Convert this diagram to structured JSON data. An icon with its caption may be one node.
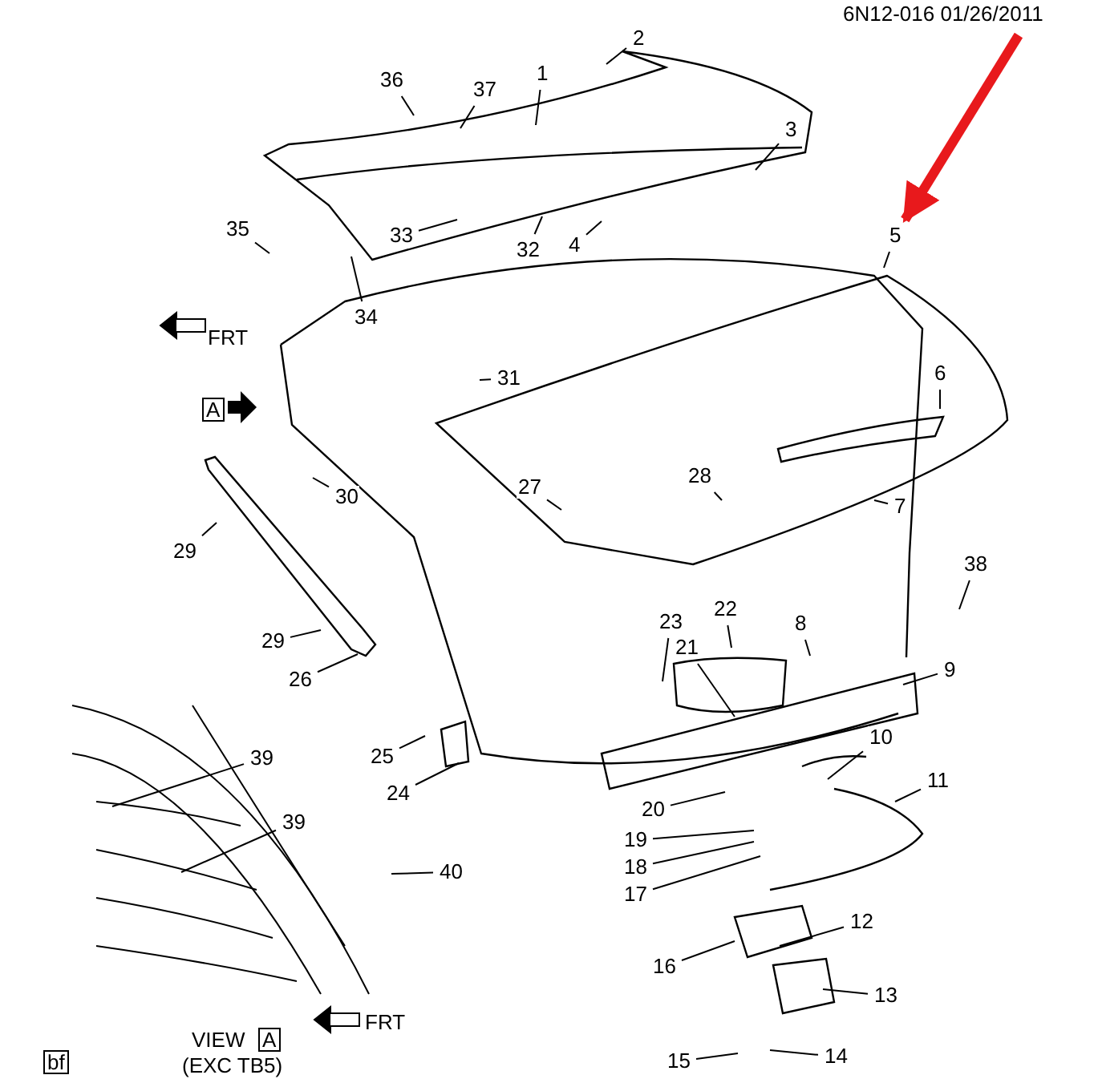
{
  "diagram": {
    "nodes": [
      {
        "text": [
          "1"
        ]
      },
      {
        "text": [
          "2"
        ]
      },
      {
        "text": [
          "3"
        ]
      },
      {
        "text": [
          "4"
        ]
      },
      {
        "text": [
          "5"
        ]
      },
      {
        "text": [
          "6"
        ]
      },
      {
        "text": [
          "7"
        ]
      },
      {
        "text": [
          "8"
        ]
      },
      {
        "text": [
          "9"
        ]
      },
      {
        "text": [
          "10"
        ]
      },
      {
        "text": [
          "11"
        ]
      },
      {
        "text": [
          "12"
        ]
      },
      {
        "text": [
          "13"
        ]
      },
      {
        "text": [
          "14"
        ]
      },
      {
        "text": [
          "15"
        ]
      },
      {
        "text": [
          "16"
        ]
      },
      {
        "text": [
          "17"
        ]
      },
      {
        "text": [
          "18"
        ]
      },
      {
        "text": [
          "19"
        ]
      },
      {
        "text": [
          "20"
        ]
      },
      {
        "text": [
          "21"
        ]
      },
      {
        "text": [
          "22"
        ]
      },
      {
        "text": [
          "23"
        ]
      },
      {
        "text": [
          "24"
        ]
      },
      {
        "text": [
          "25"
        ]
      },
      {
        "text": [
          "26"
        ]
      },
      {
        "text": [
          "27"
        ]
      },
      {
        "text": [
          "28"
        ]
      },
      {
        "text": [
          "29"
        ]
      },
      {
        "text": [
          "29"
        ]
      },
      {
        "text": [
          "30"
        ]
      },
      {
        "text": [
          "31"
        ]
      },
      {
        "text": [
          "32"
        ]
      },
      {
        "text": [
          "33"
        ]
      },
      {
        "text": [
          "34"
        ]
      },
      {
        "text": [
          "35"
        ]
      },
      {
        "text": [
          "36"
        ]
      },
      {
        "text": [
          "37"
        ]
      },
      {
        "text": [
          "38"
        ]
      },
      {
        "text": [
          "39"
        ]
      },
      {
        "text": [
          "39"
        ]
      },
      {
        "text": [
          "40"
        ]
      }
    ],
    "edges": [
      {
        "from": 0,
        "to": null,
        "arrow": "none"
      },
      {
        "from": 1,
        "to": null,
        "arrow": "none"
      },
      {
        "from": 2,
        "to": null,
        "arrow": "none"
      },
      {
        "from": 3,
        "to": null,
        "arrow": "none"
      },
      {
        "from": 4,
        "to": null,
        "arrow": "none"
      },
      {
        "from": 5,
        "to": null,
        "arrow": "none"
      },
      {
        "from": 6,
        "to": null,
        "arrow": "none"
      },
      {
        "from": 7,
        "to": null,
        "arrow": "none"
      },
      {
        "from": 8,
        "to": null,
        "arrow": "none"
      },
      {
        "from": 9,
        "to": null,
        "arrow": "none"
      },
      {
        "from": 10,
        "to": null,
        "arrow": "none"
      },
      {
        "from": 11,
        "to": null,
        "arrow": "none"
      },
      {
        "from": 12,
        "to": null,
        "arrow": "none"
      },
      {
        "from": 13,
        "to": null,
        "arrow": "none"
      },
      {
        "from": 14,
        "to": null,
        "arrow": "none"
      },
      {
        "from": 15,
        "to": null,
        "arrow": "none"
      },
      {
        "from": 16,
        "to": null,
        "arrow": "none"
      },
      {
        "from": 17,
        "to": null,
        "arrow": "none"
      },
      {
        "from": 18,
        "to": null,
        "arrow": "none"
      },
      {
        "from": 19,
        "to": null,
        "arrow": "none"
      },
      {
        "from": 20,
        "to": null,
        "arrow": "none"
      },
      {
        "from": 21,
        "to": null,
        "arrow": "none"
      },
      {
        "from": 22,
        "to": null,
        "arrow": "none"
      },
      {
        "from": 23,
        "to": null,
        "arrow": "none"
      },
      {
        "from": 24,
        "to": null,
        "arrow": "none"
      },
      {
        "from": 25,
        "to": null,
        "arrow": "none"
      },
      {
        "from": 26,
        "to": null,
        "arrow": "none"
      },
      {
        "from": 27,
        "to": null,
        "arrow": "none"
      },
      {
        "from": 28,
        "to": null,
        "arrow": "none"
      },
      {
        "from": 29,
        "to": null,
        "arrow": "none"
      },
      {
        "from": 30,
        "to": null,
        "arrow": "none"
      },
      {
        "from": 31,
        "to": null,
        "arrow": "none"
      },
      {
        "from": 32,
        "to": null,
        "arrow": "none"
      },
      {
        "from": 33,
        "to": null,
        "arrow": "none"
      },
      {
        "from": 34,
        "to": null,
        "arrow": "none"
      },
      {
        "from": 35,
        "to": null,
        "arrow": "none"
      },
      {
        "from": 36,
        "to": null,
        "arrow": "none"
      },
      {
        "from": 37,
        "to": null,
        "arrow": "none"
      },
      {
        "from": 38,
        "to": null,
        "arrow": "none"
      },
      {
        "from": 39,
        "to": null,
        "arrow": "none"
      },
      {
        "from": 40,
        "to": null,
        "arrow": "none"
      },
      {
        "from": 41,
        "to": null,
        "arrow": "none"
      },
      {
        "from": null,
        "to": 4,
        "arrow": "to",
        "style": "thick",
        "color": "#e8191c"
      }
    ],
    "labels": [
      "6N12-016 01/26/2011",
      "FRT",
      "A",
      "VIEW",
      "A",
      "(EXC TB5)",
      "FRT",
      "bf"
    ]
  }
}
